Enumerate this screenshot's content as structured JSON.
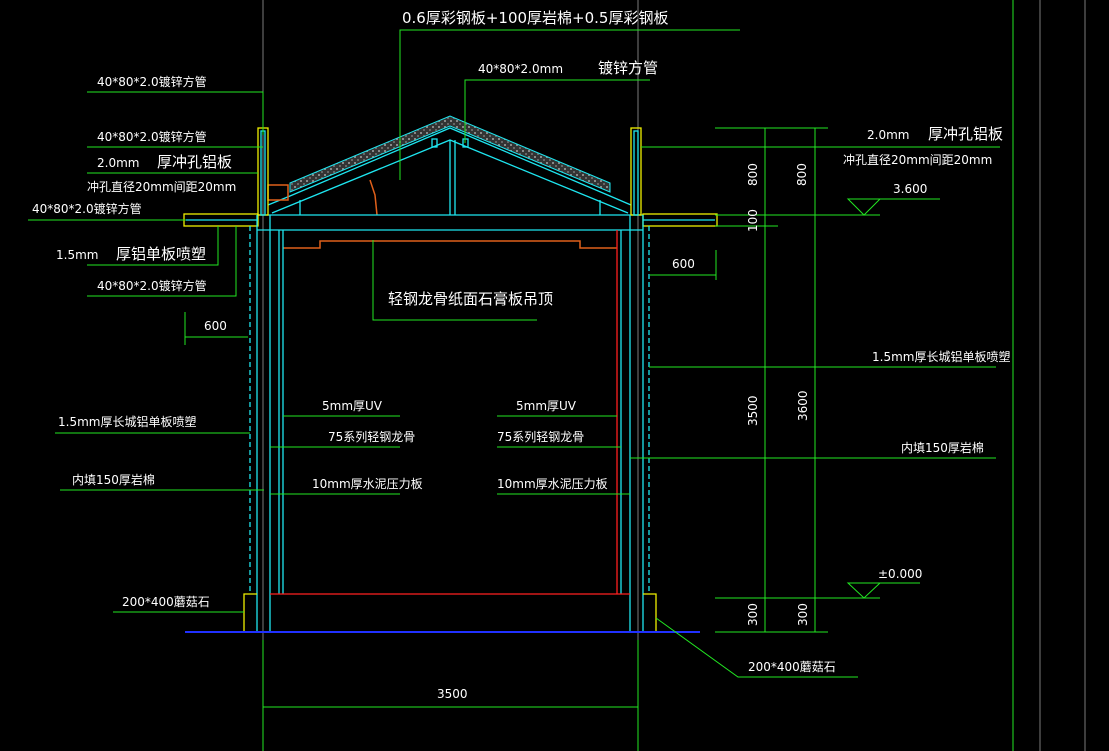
{
  "drawing": {
    "roof_spec": "0.6厚彩钢板+100厚岩棉+0.5厚彩钢板",
    "roof_tube_size": "40*80*2.0mm",
    "roof_tube_name": "镀锌方管",
    "left_labels": [
      "40*80*2.0镀锌方管",
      "40*80*2.0镀锌方管",
      "2.0mm",
      "厚冲孔铝板",
      "冲孔直径20mm间距20mm",
      "40*80*2.0镀锌方管",
      "1.5mm",
      "厚铝单板喷塑",
      "40*80*2.0镀锌方管",
      "1.5mm厚长城铝单板喷塑",
      "内填150厚岩棉",
      "200*400蘑菇石"
    ],
    "right_labels": [
      "2.0mm",
      "厚冲孔铝板",
      "冲孔直径20mm间距20mm",
      "1.5mm厚长城铝单板喷塑",
      "内填150厚岩棉",
      "200*400蘑菇石"
    ],
    "ceiling_label": "轻钢龙骨纸面石膏板吊顶",
    "interior_left": [
      "5mm厚UV",
      "75系列轻钢龙骨",
      "10mm厚水泥压力板"
    ],
    "interior_right": [
      "5mm厚UV",
      "75系列轻钢龙骨",
      "10mm厚水泥压力板"
    ],
    "dimensions": {
      "overhang_left": "600",
      "overhang_right": "600",
      "parapet_a": "800",
      "parapet_b": "800",
      "beam": "100",
      "wall_height_a": "3500",
      "wall_height_b": "3600",
      "plinth_a": "300",
      "plinth_b": "300",
      "width": "3500"
    },
    "levels": {
      "top": "3.600",
      "ground": "±0.000"
    }
  }
}
